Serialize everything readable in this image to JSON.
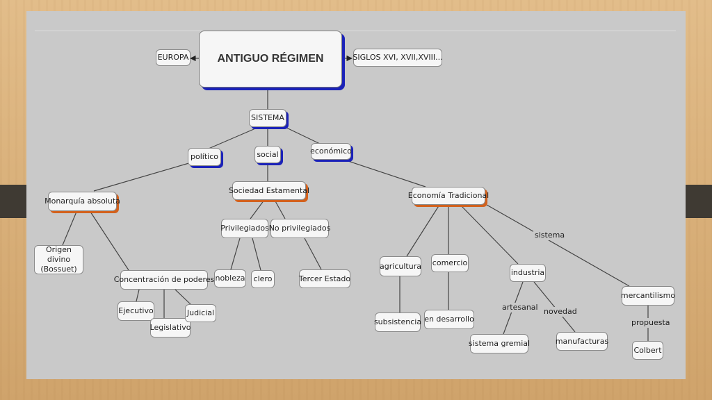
{
  "title": "ANTIGUO RÉGIMEN",
  "nodes": {
    "europa": "EUROPA",
    "siglos": "SIGLOS XVI, XVII,XVIII...",
    "sistema": "SISTEMA",
    "politico": "político",
    "social": "social",
    "economico": "económico",
    "monarquia": "Monarquía absoluta",
    "origen": "Origen divino\n(Bossuet)",
    "concentracion": "Concentración de poderes",
    "ejecutivo": "Ejecutivo",
    "legislativo": "Legislativo",
    "judicial": "Judicial",
    "sociedad": "Sociedad Estamental",
    "privilegiados": "Privilegiados",
    "no_privilegiados": "No privilegiados",
    "nobleza": "nobleza",
    "clero": "clero",
    "tercer_estado": "Tercer Estado",
    "economia": "Economía Tradicional",
    "agricultura": "agricultura",
    "comercio": "comercio",
    "industria": "industria",
    "mercantilismo": "mercantilismo",
    "subsistencia": "subsistencia",
    "en_desarrollo": "en desarrollo",
    "sistema_gremial": "sistema gremial",
    "manufacturas": "manufacturas",
    "colbert": "Colbert"
  },
  "links": {
    "sistema": "sistema",
    "artesanal": "artesanal",
    "novedad": "novedad",
    "propuesta": "propuesta"
  },
  "colors": {
    "accent_blue": "#1b22b8",
    "accent_orange": "#d2611d",
    "slide_bg": "#c9c9c9"
  }
}
